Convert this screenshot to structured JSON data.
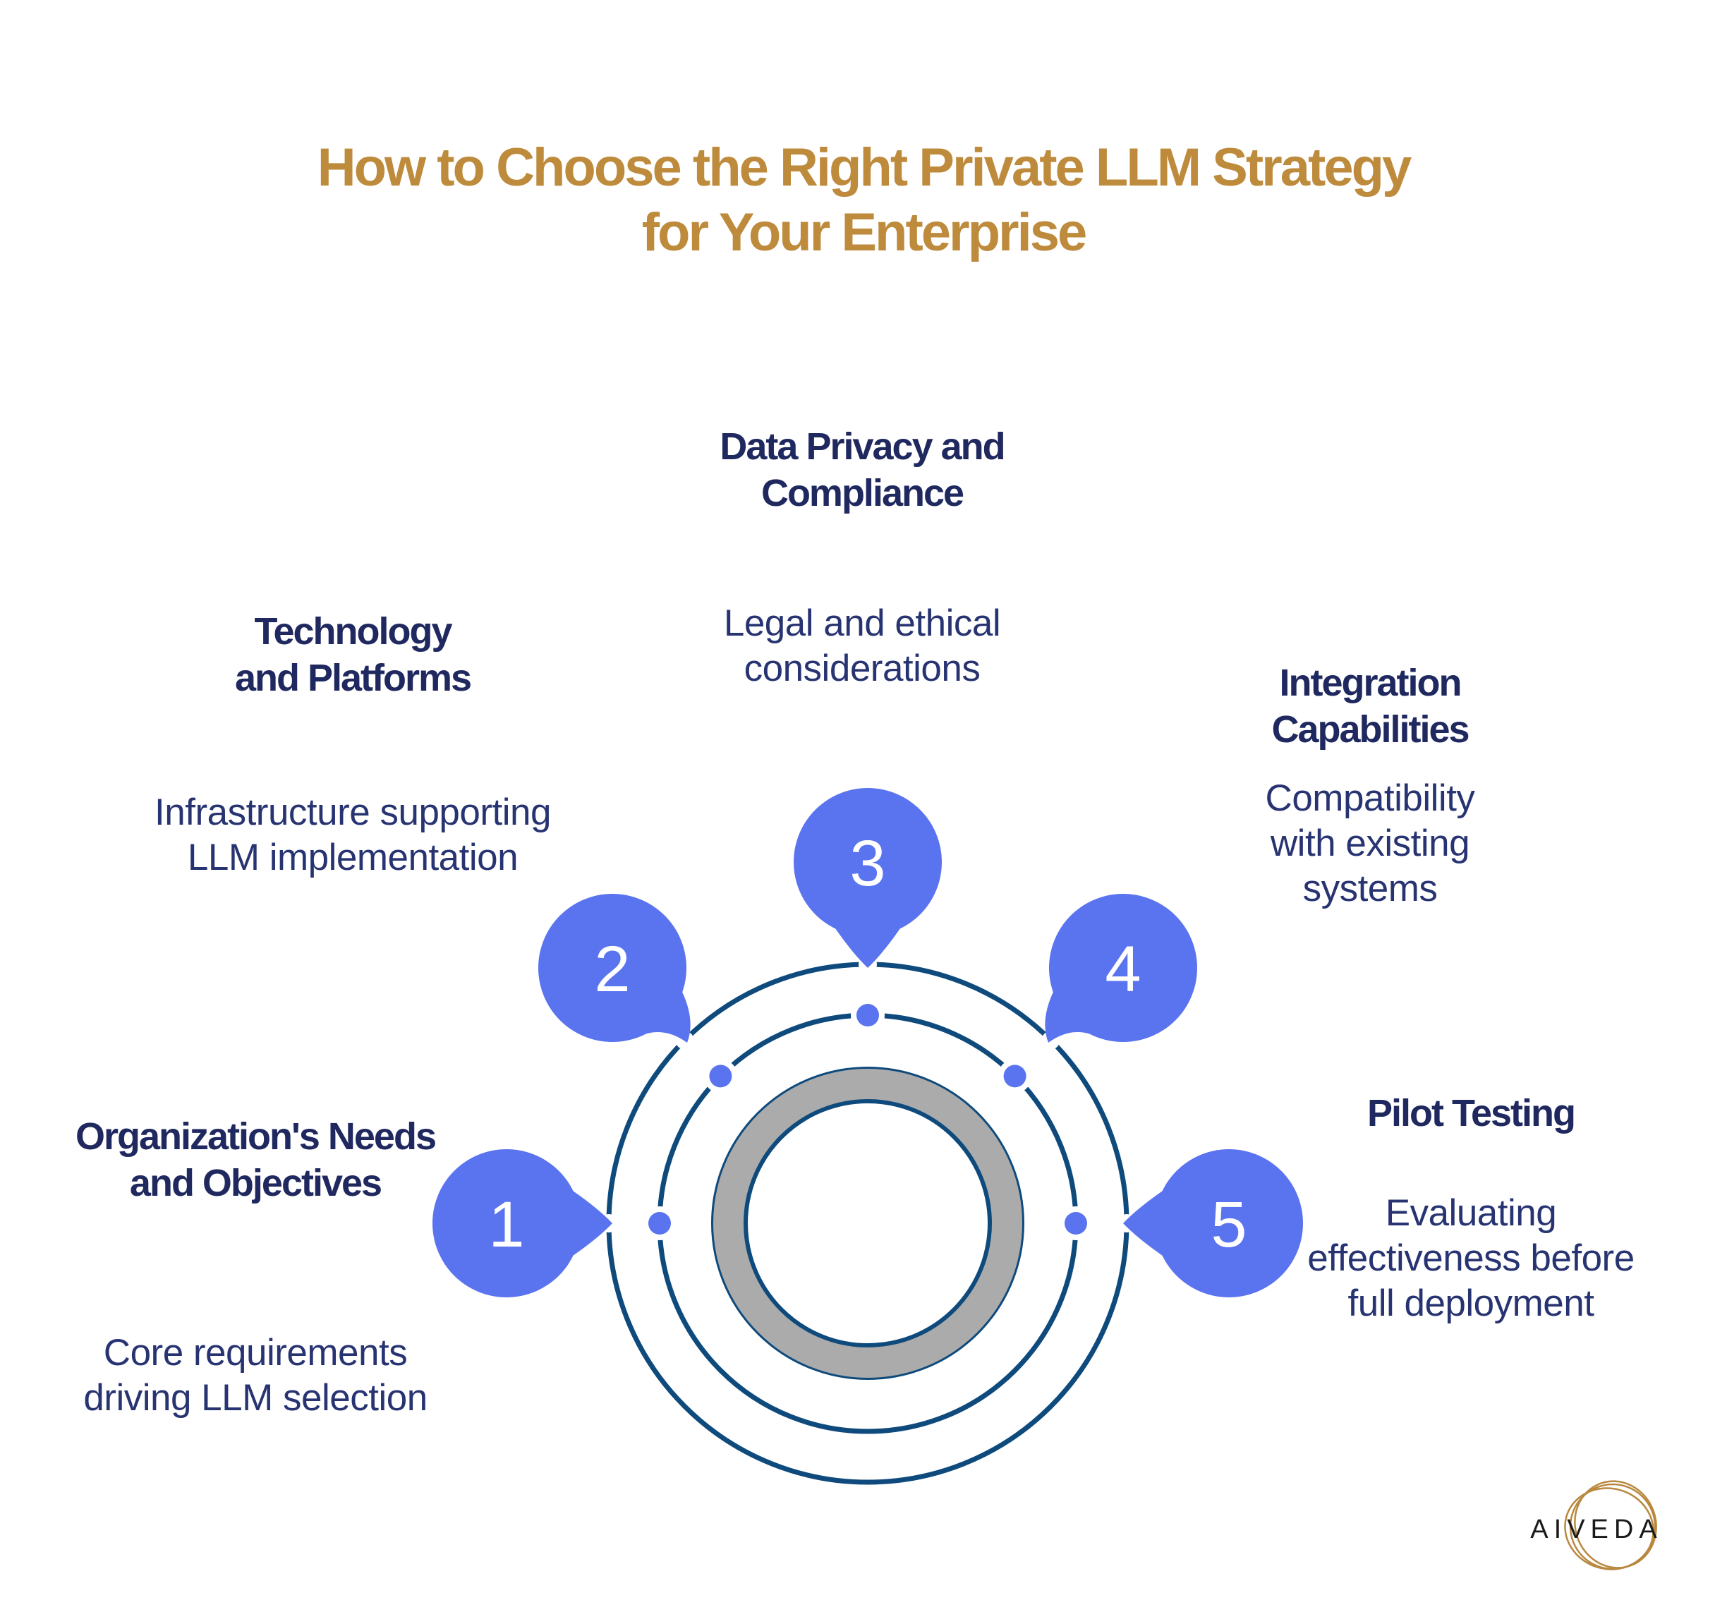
{
  "title": {
    "line1": "How to Choose the Right Private LLM Strategy",
    "line2": "for Your Enterprise"
  },
  "items": [
    {
      "number": "1",
      "heading": "Organization's Needs\nand Objectives",
      "body": "Core requirements\ndriving LLM selection"
    },
    {
      "number": "2",
      "heading": "Technology\nand Platforms",
      "body": "Infrastructure supporting\nLLM implementation"
    },
    {
      "number": "3",
      "heading": "Data Privacy and\nCompliance",
      "body": "Legal and ethical\nconsiderations"
    },
    {
      "number": "4",
      "heading": "Integration\nCapabilities",
      "body": "Compatibility\nwith existing\nsystems"
    },
    {
      "number": "5",
      "heading": "Pilot Testing",
      "body": "Evaluating\neffectiveness before\nfull deployment"
    }
  ],
  "logo": {
    "text": "AIVEDA"
  },
  "colors": {
    "title_gold": "#BE8B3D",
    "heading_navy": "#20295F",
    "body_navy": "#283472",
    "bubble_blue": "#5A73EF",
    "ring_navy": "#0E4A7C",
    "ring_gray": "#ABABAB",
    "logo_gold": "#B9883F",
    "logo_text": "#1A1A1A"
  }
}
